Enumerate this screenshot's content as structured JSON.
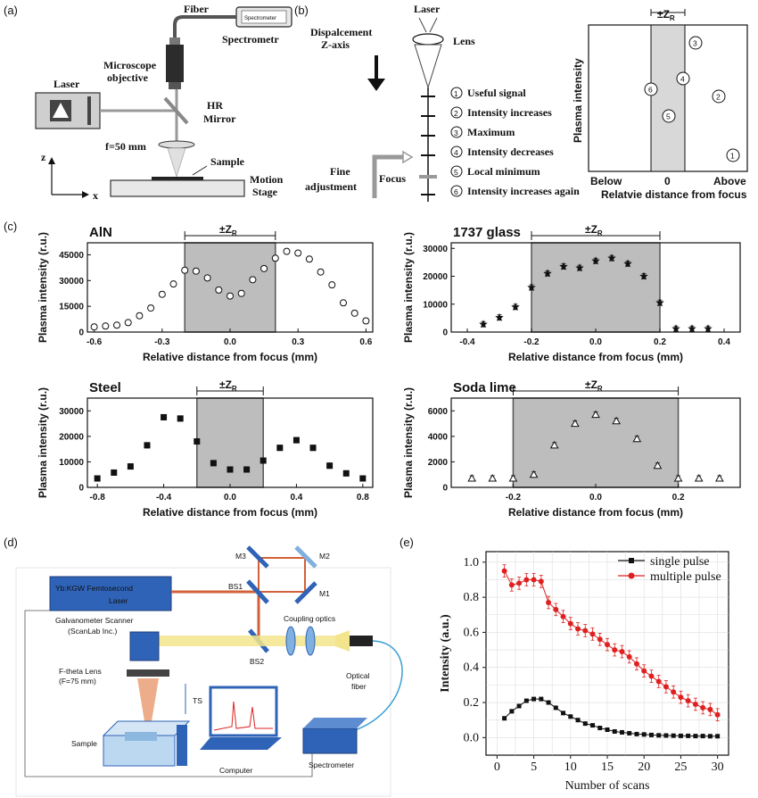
{
  "panels": [
    "(a)",
    "(b)",
    "(c)",
    "(d)",
    "(e)"
  ],
  "panel_a": {
    "fiber": "Fiber",
    "spectrometer_box": "Spectrometer",
    "spectrometer": "Spectrometr",
    "objective_1": "Microscope",
    "objective_2": "objective",
    "laser": "Laser",
    "hr_1": "HR",
    "hr_2": "Mirror",
    "focal": "f=50 mm",
    "sample": "Sample",
    "stage_1": "Motion",
    "stage_2": "Stage",
    "axis_z": "z",
    "axis_x": "x"
  },
  "panel_b": {
    "laser": "Laser",
    "disp_1": "Dispalcement",
    "disp_2": "Z-axis",
    "lens": "Lens",
    "focus": "Focus",
    "fine_1": "Fine",
    "fine_2": "adjustment",
    "steps": [
      {
        "n": "1",
        "text": "Useful signal"
      },
      {
        "n": "2",
        "text": "Intensity increases"
      },
      {
        "n": "3",
        "text": "Maximum"
      },
      {
        "n": "4",
        "text": "Intensity decreases"
      },
      {
        "n": "5",
        "text": "Local minimum"
      },
      {
        "n": "6",
        "text": "Intensity increases again"
      }
    ],
    "ylabel": "Plasma intensity",
    "xlabel": "Relatvie distance from focus",
    "xticks": [
      "Below",
      "0",
      "Above"
    ],
    "zr_prefix": "±Z",
    "zr_sub": "R"
  },
  "panel_d": {
    "laser": "Yb:KGW Femtosecond",
    "laser_2": "Laser",
    "galvo_1": "Galvanometer Scanner",
    "galvo_2": "(ScanLab Inc.)",
    "ftheta_1": "F-theta Lens",
    "ftheta_2": "(F=75 mm)",
    "m1": "M1",
    "m2": "M2",
    "m3": "M3",
    "bs1": "BS1",
    "bs2": "BS2",
    "coupling": "Coupling optics",
    "fiber_1": "Optical",
    "fiber_2": "fiber",
    "ts": "TS",
    "sample": "Sample",
    "computer": "Computer",
    "spectrometer": "Spectrometer"
  },
  "chart_data": [
    {
      "type": "scatter",
      "title": "AlN",
      "xlabel": "Relative distance from focus (mm)",
      "ylabel": "Plasma intensity (r.u.)",
      "xlim": [
        -0.63,
        0.63
      ],
      "ylim": [
        0,
        52000
      ],
      "xticks": [
        -0.6,
        -0.3,
        0.0,
        0.3,
        0.6
      ],
      "xtick_labels": [
        "-0.6",
        "-0.3",
        "0.0",
        "0.3",
        "0.6"
      ],
      "yticks": [
        0,
        15000,
        30000,
        45000
      ],
      "ytick_labels": [
        "0",
        "15000",
        "30000",
        "45000"
      ],
      "marker": "circle-open",
      "errorbars": true,
      "band": [
        -0.2,
        0.2
      ],
      "band_label_prefix": "±Z",
      "band_label_sub": "R",
      "x": [
        -0.6,
        -0.55,
        -0.5,
        -0.45,
        -0.4,
        -0.35,
        -0.3,
        -0.25,
        -0.2,
        -0.15,
        -0.1,
        -0.05,
        0.0,
        0.05,
        0.1,
        0.15,
        0.2,
        0.25,
        0.3,
        0.35,
        0.4,
        0.45,
        0.5,
        0.55,
        0.6
      ],
      "y": [
        3000,
        3500,
        4000,
        5500,
        9500,
        14000,
        22000,
        28000,
        36000,
        35500,
        31500,
        24500,
        21000,
        22500,
        30500,
        37000,
        43000,
        47000,
        46000,
        42500,
        35000,
        27500,
        17000,
        11000,
        6500
      ]
    },
    {
      "type": "scatter",
      "title": "1737 glass",
      "xlabel": "Relative distance from focus (mm)",
      "ylabel": "Plasma intensity (r.u.)",
      "xlim": [
        -0.45,
        0.45
      ],
      "ylim": [
        0,
        32000
      ],
      "xticks": [
        -0.4,
        -0.2,
        0.0,
        0.2,
        0.4
      ],
      "xtick_labels": [
        "-0.4",
        "-0.2",
        "0.0",
        "0.2",
        "0.4"
      ],
      "yticks": [
        0,
        10000,
        20000,
        30000
      ],
      "ytick_labels": [
        "0",
        "10000",
        "20000",
        "30000"
      ],
      "marker": "star",
      "errorbars": true,
      "band": [
        -0.2,
        0.2
      ],
      "band_label_prefix": "±Z",
      "band_label_sub": "R",
      "x": [
        -0.35,
        -0.3,
        -0.25,
        -0.2,
        -0.15,
        -0.1,
        -0.05,
        0.0,
        0.05,
        0.1,
        0.15,
        0.2,
        0.25,
        0.3,
        0.35
      ],
      "y": [
        2800,
        5200,
        9000,
        16000,
        21000,
        23500,
        23000,
        25500,
        26500,
        24500,
        20000,
        10500,
        1200,
        1200,
        1200
      ]
    },
    {
      "type": "scatter",
      "title": "Steel",
      "xlabel": "Relative distance from focus (mm)",
      "ylabel": "Plasma intensity (r.u.)",
      "xlim": [
        -0.86,
        0.86
      ],
      "ylim": [
        0,
        35000
      ],
      "xticks": [
        -0.8,
        -0.4,
        0.0,
        0.4,
        0.8
      ],
      "xtick_labels": [
        "-0.8",
        "-0.4",
        "0.0",
        "0.4",
        "0.8"
      ],
      "yticks": [
        0,
        10000,
        20000,
        30000
      ],
      "ytick_labels": [
        "0",
        "10000",
        "20000",
        "30000"
      ],
      "marker": "square",
      "errorbars": true,
      "band": [
        -0.2,
        0.2
      ],
      "band_label_prefix": "±Z",
      "band_label_sub": "R",
      "x": [
        -0.8,
        -0.7,
        -0.6,
        -0.5,
        -0.4,
        -0.3,
        -0.2,
        -0.1,
        0.0,
        0.1,
        0.2,
        0.3,
        0.4,
        0.5,
        0.6,
        0.7,
        0.8
      ],
      "y": [
        3500,
        5800,
        8200,
        16500,
        27500,
        27000,
        18000,
        9500,
        7000,
        7000,
        10500,
        15500,
        18500,
        15500,
        8500,
        5500,
        3500
      ]
    },
    {
      "type": "scatter",
      "title": "Soda lime",
      "xlabel": "Relative distance from focus (mm)",
      "ylabel": "Plasma intensity (r.u.)",
      "xlim": [
        -0.35,
        0.35
      ],
      "ylim": [
        0,
        7000
      ],
      "xticks": [
        -0.2,
        0.0,
        0.2
      ],
      "xtick_labels": [
        "-0.2",
        "0.0",
        "0.2"
      ],
      "yticks": [
        0,
        2000,
        4000,
        6000
      ],
      "ytick_labels": [
        "0",
        "2000",
        "4000",
        "6000"
      ],
      "marker": "triangle-open",
      "errorbars": true,
      "band": [
        -0.2,
        0.2
      ],
      "band_label_prefix": "±Z",
      "band_label_sub": "R",
      "x": [
        -0.3,
        -0.25,
        -0.2,
        -0.15,
        -0.1,
        -0.05,
        0.0,
        0.05,
        0.1,
        0.15,
        0.2,
        0.25,
        0.3
      ],
      "y": [
        700,
        700,
        700,
        1000,
        3300,
        5000,
        5700,
        5200,
        3800,
        1700,
        700,
        700,
        700
      ]
    },
    {
      "type": "line",
      "xlabel": "Number of scans",
      "ylabel": "Intensity (a.u.)",
      "xlim": [
        -1.5,
        31.5
      ],
      "ylim": [
        -0.1,
        1.06
      ],
      "xticks": [
        0,
        5,
        10,
        15,
        20,
        25,
        30
      ],
      "xtick_labels": [
        "0",
        "5",
        "10",
        "15",
        "20",
        "25",
        "30"
      ],
      "yticks": [
        0.0,
        0.2,
        0.4,
        0.6,
        0.8,
        1.0
      ],
      "ytick_labels": [
        "0.0",
        "0.2",
        "0.4",
        "0.6",
        "0.8",
        "1.0"
      ],
      "grid": true,
      "legend": "top-right",
      "series": [
        {
          "name": "single pulse",
          "color": "#111111",
          "marker": "square",
          "x": [
            1,
            2,
            3,
            4,
            5,
            6,
            7,
            8,
            9,
            10,
            11,
            12,
            13,
            14,
            15,
            16,
            17,
            18,
            19,
            20,
            21,
            22,
            23,
            24,
            25,
            26,
            27,
            28,
            29,
            30
          ],
          "y": [
            0.11,
            0.15,
            0.18,
            0.21,
            0.22,
            0.22,
            0.2,
            0.17,
            0.14,
            0.12,
            0.1,
            0.08,
            0.07,
            0.055,
            0.045,
            0.035,
            0.03,
            0.025,
            0.02,
            0.018,
            0.015,
            0.013,
            0.012,
            0.011,
            0.01,
            0.01,
            0.009,
            0.009,
            0.008,
            0.008
          ]
        },
        {
          "name": "multiple pulse",
          "color": "#e02020",
          "marker": "circle",
          "x": [
            1,
            2,
            3,
            4,
            5,
            6,
            7,
            8,
            9,
            10,
            11,
            12,
            13,
            14,
            15,
            16,
            17,
            18,
            19,
            20,
            21,
            22,
            23,
            24,
            25,
            26,
            27,
            28,
            29,
            30
          ],
          "y": [
            0.95,
            0.87,
            0.88,
            0.9,
            0.9,
            0.89,
            0.77,
            0.73,
            0.69,
            0.65,
            0.62,
            0.61,
            0.59,
            0.56,
            0.53,
            0.5,
            0.49,
            0.46,
            0.42,
            0.38,
            0.35,
            0.32,
            0.29,
            0.26,
            0.23,
            0.21,
            0.19,
            0.17,
            0.16,
            0.13
          ]
        }
      ]
    }
  ]
}
